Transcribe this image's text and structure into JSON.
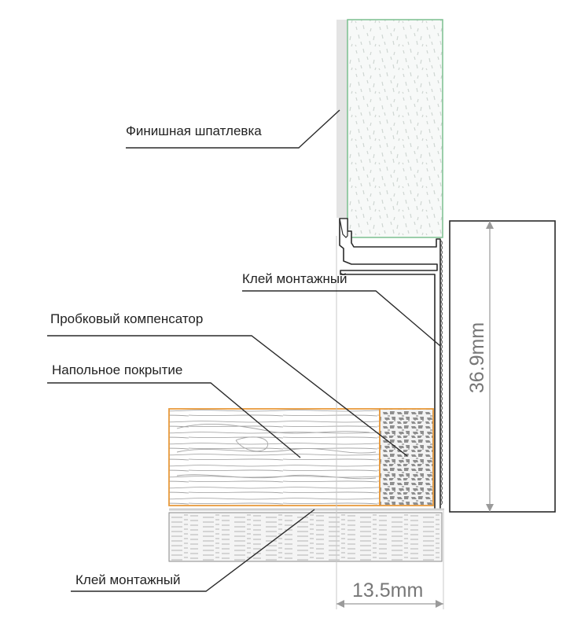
{
  "labels": {
    "finish_putty": "Финишная шпатлевка",
    "adhesive_top": "Клей монтажный",
    "cork_compensator": "Пробковый компенсатор",
    "floor_covering": "Напольное покрытие",
    "adhesive_bottom": "Клей монтажный"
  },
  "dimensions": {
    "height": "36.9mm",
    "width": "13.5mm"
  },
  "colors": {
    "wall_outline": "#7bbf8f",
    "floor_outline": "#e89a3c",
    "line": "#2a2a2a",
    "dimension": "#9a9a9a",
    "putty_fill": "#e4e4e4"
  }
}
